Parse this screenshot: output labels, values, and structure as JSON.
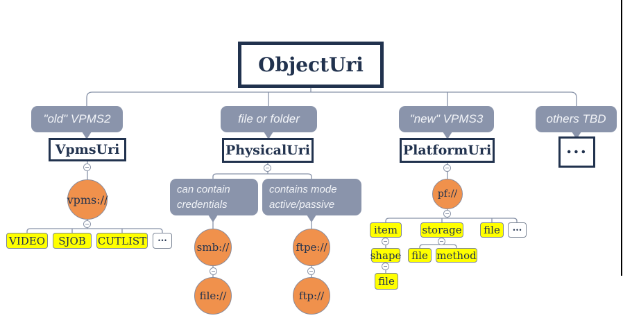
{
  "colors": {
    "navy": "#21324E",
    "callout_gray": "#8A94AB",
    "orange": "#F0914C",
    "yellow": "#FFFF00",
    "connector": "#8792A8",
    "background": "#FFFFFF"
  },
  "diagram": {
    "root": "ObjectUri",
    "branch_vpms2": {
      "callout": "\"old\" VPMS2",
      "node": "VpmsUri",
      "circle": "vpms://",
      "leaves": [
        "VIDEO",
        "SJOB",
        "CUTLIST",
        "..."
      ]
    },
    "branch_physical": {
      "callout": "file or folder",
      "node": "PhysicalUri",
      "sub_callouts": [
        "can contain credentials",
        "contains mode active/passive"
      ],
      "circles": {
        "smb": "smb://",
        "smb_child": "file://",
        "ftpe": "ftpe://",
        "ftpe_child": "ftp://"
      }
    },
    "branch_platform": {
      "callout": "\"new\" VPMS3",
      "node": "PlatformUri",
      "circle": "pf://",
      "level1": [
        "item",
        "storage",
        "file",
        "..."
      ],
      "item_children": [
        "shape"
      ],
      "storage_children": [
        "file",
        "method"
      ],
      "shape_children": [
        "file"
      ]
    },
    "branch_others": {
      "callout": "others TBD",
      "node": "..."
    }
  }
}
